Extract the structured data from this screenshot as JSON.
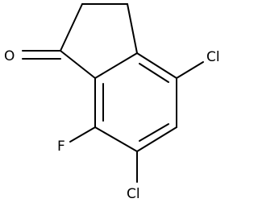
{
  "molecule": {
    "atom_labels": {
      "oxygen": "O",
      "chlorine_top": "Cl",
      "fluorine": "F",
      "chlorine_bottom": "Cl"
    },
    "colors": {
      "bond": "#000000",
      "label": "#000000",
      "background": "#ffffff"
    }
  }
}
